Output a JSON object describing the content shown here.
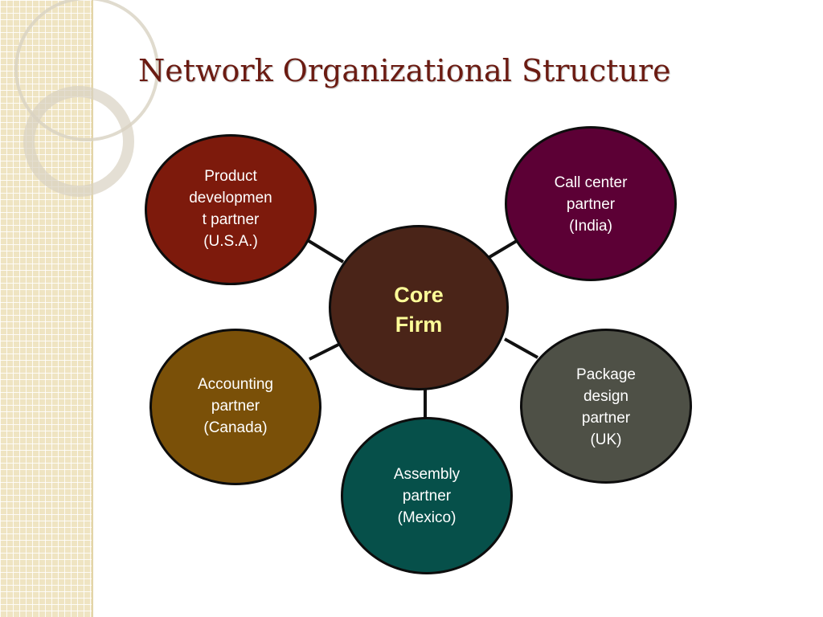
{
  "title": "Network Organizational Structure",
  "colors": {
    "title": "#6b1b12",
    "side_strip": "#efe4c2",
    "core": "#4a2418",
    "core_text": "#ffff99",
    "product_development": "#7d1a0c",
    "call_center": "#5c0035",
    "accounting": "#7a5008",
    "assembly": "#06504a",
    "package_design": "#4e5046"
  },
  "core": {
    "label": "Core\nFirm"
  },
  "partners": [
    {
      "id": "product-development",
      "label": "Product\ndevelopmen\nt partner\n(U.S.A.)"
    },
    {
      "id": "call-center",
      "label": "Call center\npartner\n(India)"
    },
    {
      "id": "accounting",
      "label": "Accounting\npartner\n(Canada)"
    },
    {
      "id": "assembly",
      "label": "Assembly\npartner\n(Mexico)"
    },
    {
      "id": "package-design",
      "label": "Package\ndesign\npartner\n(UK)"
    }
  ]
}
